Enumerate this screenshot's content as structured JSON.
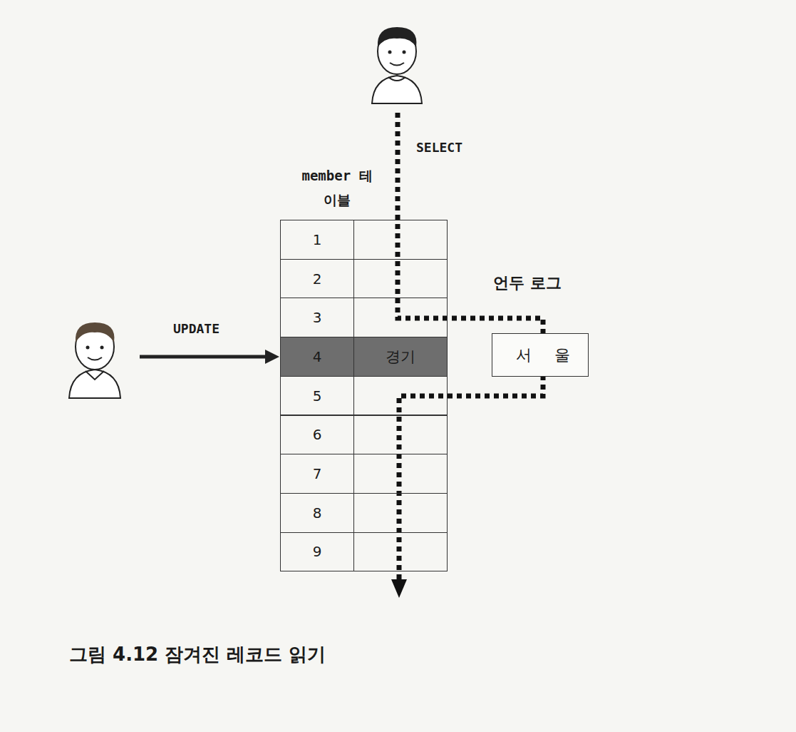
{
  "diagram": {
    "caption": "그림 4.12 잠겨진 레코드 읽기",
    "nodes": [
      {
        "text": [
          "member 테이블"
        ]
      },
      {
        "text": [
          "언두 로그",
          "서 울"
        ]
      }
    ],
    "labels": [
      "SELECT",
      "UPDATE",
      "1",
      "2",
      "3",
      "4",
      "경기",
      "5",
      "6",
      "7",
      "8",
      "9"
    ]
  }
}
